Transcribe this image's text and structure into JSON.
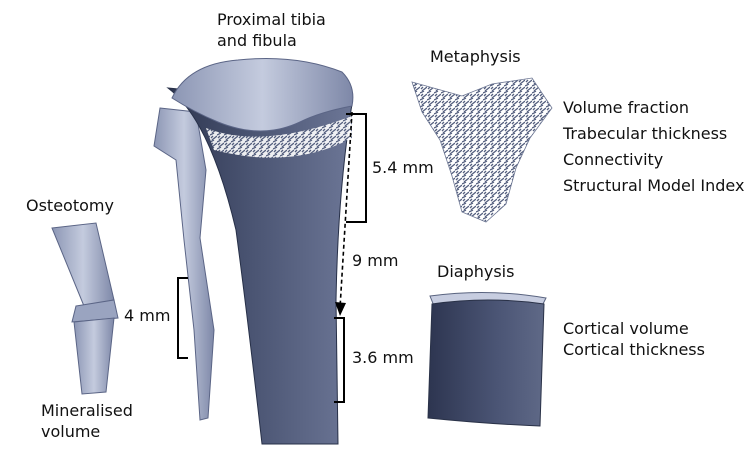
{
  "labels": {
    "proximal_line1": "Proximal tibia",
    "proximal_line2": "and fibula",
    "metaphysis": "Metaphysis",
    "osteotomy": "Osteotomy",
    "diaphysis": "Diaphysis",
    "mineralised_line1": "Mineralised",
    "mineralised_line2": "volume"
  },
  "measurements": {
    "upper": "5.4 mm",
    "gap": "9 mm",
    "osteotomy_gap": "4 mm",
    "lower": "3.6 mm"
  },
  "metaphysis_parameters": [
    "Volume fraction",
    "Trabecular thickness",
    "Connectivity",
    "Structural Model Index"
  ],
  "diaphysis_parameters": [
    "Cortical volume",
    "Cortical thickness"
  ],
  "colors": {
    "bone_dark": "#3b4460",
    "bone_mid": "#66708f",
    "bone_light": "#a9b2cc",
    "bracket": "#000000"
  }
}
